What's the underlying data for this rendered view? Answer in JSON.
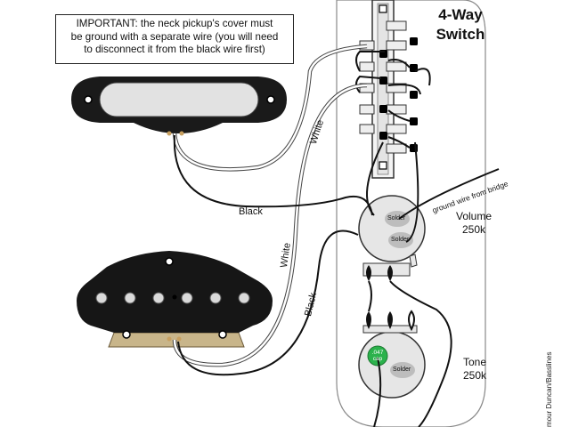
{
  "note": {
    "line1": "IMPORTANT:  the neck pickup's cover must",
    "line2": "be ground with a separate wire (you will need",
    "line3": "to disconnect it from the black wire first)"
  },
  "switch": {
    "title_line1": "4-Way",
    "title_line2": "Switch"
  },
  "volume": {
    "name": "Volume",
    "value": "250k"
  },
  "tone": {
    "name": "Tone",
    "value": "250k"
  },
  "wires": {
    "white_neck": "White",
    "black_neck": "Black",
    "white_bridge": "White",
    "black_bridge": "Black",
    "bridge_ground": "ground wire from bridge"
  },
  "solder": {
    "volume_top": "Solder",
    "volume_bottom": "Solder",
    "tone": "Solder"
  },
  "cap": {
    "value": ".047",
    "unit": "cap",
    "color": "#2bb24c"
  },
  "credit": "mour Duncan/Basslines",
  "colors": {
    "wire_black": "#111111",
    "wire_white": "#ffffff",
    "pickup_body": "#1a1a1a",
    "cover": "#dcdcdc"
  }
}
